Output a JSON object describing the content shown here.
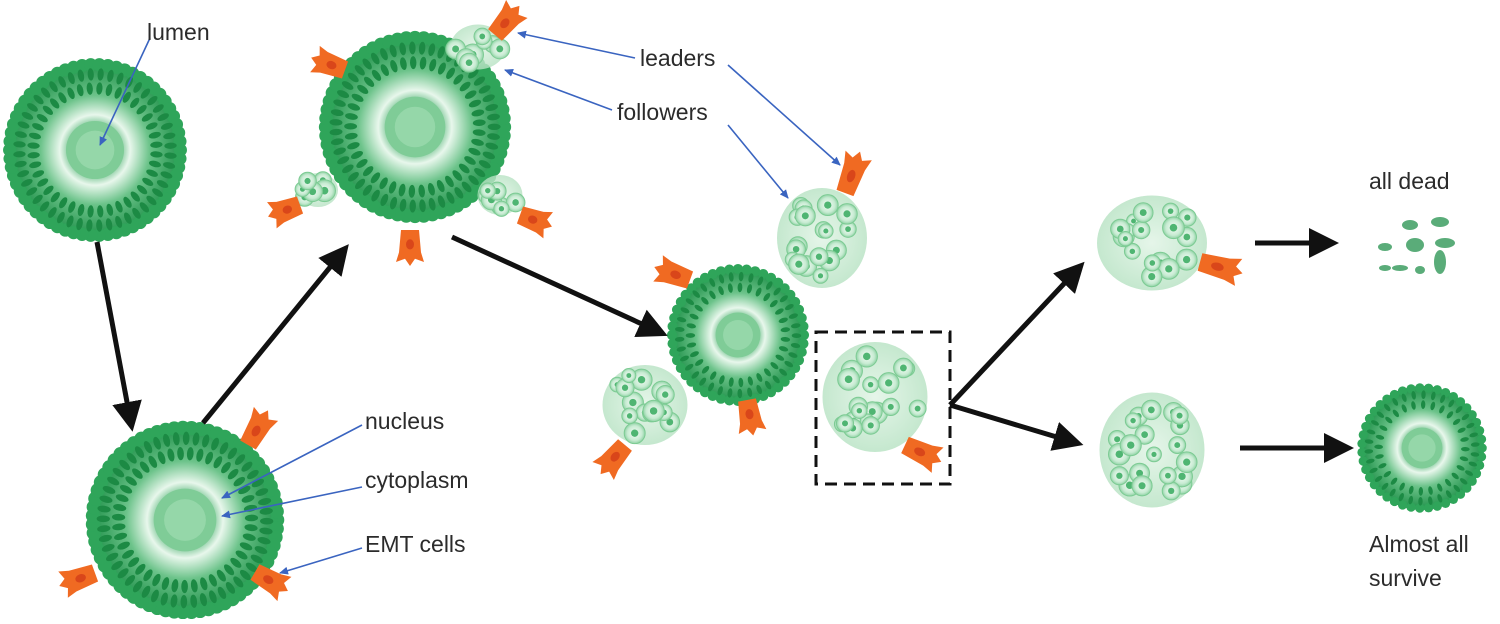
{
  "labels": {
    "lumen": "lumen",
    "leaders": "leaders",
    "followers": "followers",
    "nucleus": "nucleus",
    "cytoplasm": "cytoplasm",
    "emt_cells": "EMT cells",
    "all_dead": "all dead",
    "almost_all": "Almost all",
    "survive": "survive"
  },
  "colors": {
    "organoid_green": "#2fa55a",
    "organoid_light": "#bfe8cc",
    "cell_light": "#d6f0dc",
    "emt_orange": "#f06a22",
    "annotation_blue": "#3a64c0",
    "flow_arrow": "#111111"
  }
}
